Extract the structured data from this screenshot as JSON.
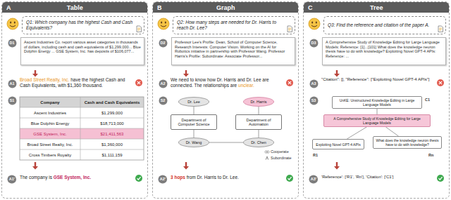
{
  "diagram": {
    "nodes": [
      {
        "text": [
          "A",
          "Table"
        ]
      },
      {
        "text": [
          "Q1: Which company has the highest Cash and Cash Equivalents?"
        ],
        "in": 0
      },
      {
        "text": [
          "D1"
        ],
        "in": 0
      },
      {
        "text": [
          "Ascent Industries Co. report various asset categories in thousands of dollars, including cash and cash equivalents of $1,299,000... Blue Dolphin Energy ... GSE System, Inc. has deposits of $106,077..."
        ],
        "in": 0
      },
      {
        "text": [
          "A1"
        ],
        "in": 0
      },
      {
        "text": [
          "S1"
        ],
        "in": 0
      },
      {
        "text": [
          "A1'"
        ],
        "in": 0
      },
      {
        "text": [
          "B",
          "Graph"
        ]
      },
      {
        "text": [
          "Q2: How many steps are needed for Dr. Harris to reach Dr. Lee?"
        ],
        "in": 7
      },
      {
        "text": [
          "D2"
        ],
        "in": 7
      },
      {
        "text": [
          "Professor Lee's Profile: Dean, School of Computer Science, Research Interests: Computer Vision. Working on the AI for Robotics initiative in partnership with Professor Wang. Professor Harris's Profile: Subordinate: Associate Professor..."
        ],
        "in": 7
      },
      {
        "text": [
          "A2"
        ],
        "in": 7
      },
      {
        "text": [
          "S2"
        ],
        "in": 7
      },
      {
        "text": [
          "Dr. Lee"
        ],
        "in": 7
      },
      {
        "text": [
          "Dr. Harris"
        ],
        "in": 7
      },
      {
        "text": [
          "Department of Computer Science"
        ],
        "in": 7
      },
      {
        "text": [
          "Department of Automation"
        ],
        "in": 7
      },
      {
        "text": [
          "Dr. Wang"
        ],
        "in": 7
      },
      {
        "text": [
          "Dr. Chen"
        ],
        "in": 7
      },
      {
        "text": [
          "A2'"
        ],
        "in": 7
      },
      {
        "text": [
          "C",
          "Tree"
        ]
      },
      {
        "text": [
          "Q3: Find the reference and citation of the paper A."
        ],
        "in": 20
      },
      {
        "text": [
          "D3"
        ],
        "in": 20
      },
      {
        "text": [
          "A Comprehensive Study of Knowledge Editing for Large Language Models: Reference: [1]...[101] What does the knowledge neuron thesis have to do with knowledge? Exploiting Novel GPT-4 APIs: Reference: ..."
        ],
        "in": 20
      },
      {
        "text": [
          "A3"
        ],
        "in": 20
      },
      {
        "text": [
          "S3"
        ],
        "in": 20
      },
      {
        "text": [
          "UnKE: Unstructured Knowledge Editing in Large Language Models"
        ],
        "in": 20
      },
      {
        "text": [
          "A Comprehensive Study of Knowledge Editing for Large Language Models"
        ],
        "in": 20
      },
      {
        "text": [
          "Exploiting Novel GPT-4 APIs"
        ],
        "in": 20
      },
      {
        "text": [
          "What does the knowledge neuron thesis have to do with knowledge?"
        ],
        "in": 20
      },
      {
        "text": [
          "A3'"
        ],
        "in": 20
      }
    ],
    "edges": [
      {
        "from": 13,
        "to": 15,
        "arrow": "none"
      },
      {
        "from": 14,
        "to": 16,
        "arrow": "none"
      },
      {
        "from": 15,
        "to": 17,
        "arrow": "none"
      },
      {
        "from": 16,
        "to": 18,
        "arrow": "none"
      },
      {
        "from": 17,
        "to": 18,
        "arrow": "none"
      },
      {
        "from": 27,
        "to": 26,
        "arrow": "none"
      },
      {
        "from": 27,
        "to": 28,
        "arrow": "none"
      },
      {
        "from": 27,
        "to": 29,
        "arrow": "none"
      }
    ],
    "labels": [
      "Broad Street Realty, Inc.",
      "have the highest Cash and Cash Equivalents, with $1,360 thousand.",
      "Company",
      "Cash and Cash Equivalents",
      "Ascent Industries",
      "$1,299,000",
      "Blue Dolphin Energy",
      "$18,713,000",
      "GSE System, Inc.",
      "$21,411,563",
      "Broad Street Realty, Inc.",
      "$1,360,000",
      "Cross Timbers Royalty",
      "$1,111,159",
      "The company is",
      "GSE System, Inc.",
      "We need to know how Dr. Harris and Dr. Lee are connected. The relationships are",
      "unclear.",
      "3 hops",
      "from Dr. Harris to Dr. Lee.",
      "\"Citation\": [], \"Reference\": [\"Exploiting Novel GPT-4 APIs\"]",
      "C1",
      "R1",
      "Rn",
      "'Reference': ['R1', 'Rn'], 'Citation': ['C1']"
    ],
    "legend": [
      {
        "text": "Cooperate"
      },
      {
        "text": "Subordinate"
      }
    ]
  }
}
